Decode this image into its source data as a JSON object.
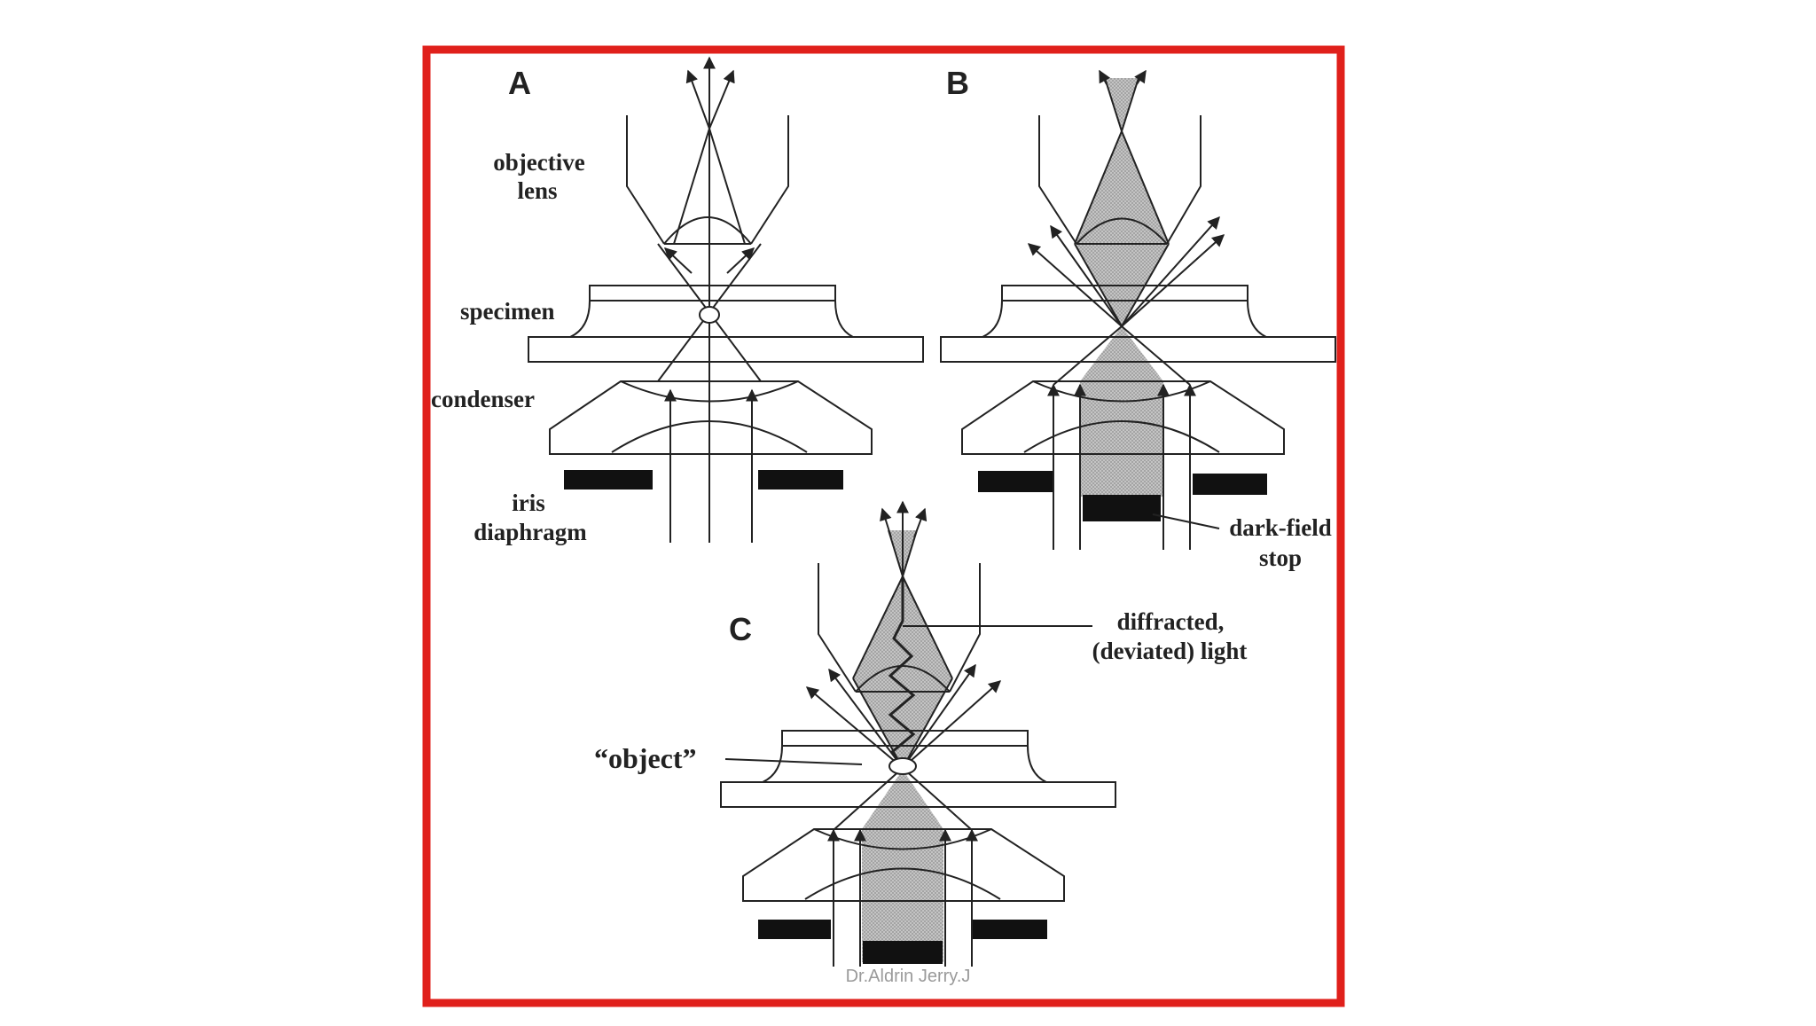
{
  "colors": {
    "frame": "#e0201b",
    "ink": "#222222",
    "shade": "#b8b8b8",
    "watermark": "#9a9a9a"
  },
  "panels": {
    "a": {
      "letter": "A",
      "labels": {
        "objective_1": "objective",
        "objective_2": "lens",
        "specimen": "specimen",
        "condenser": "condenser",
        "iris_1": "iris",
        "iris_2": "diaphragm"
      }
    },
    "b": {
      "letter": "B",
      "labels": {
        "darkfield_1": "dark-field",
        "darkfield_2": "stop"
      }
    },
    "c": {
      "letter": "C",
      "labels": {
        "diffracted_1": "diffracted,",
        "diffracted_2": "(deviated) light",
        "object": "“object”"
      }
    }
  },
  "watermark": "Dr.Aldrin Jerry.J"
}
